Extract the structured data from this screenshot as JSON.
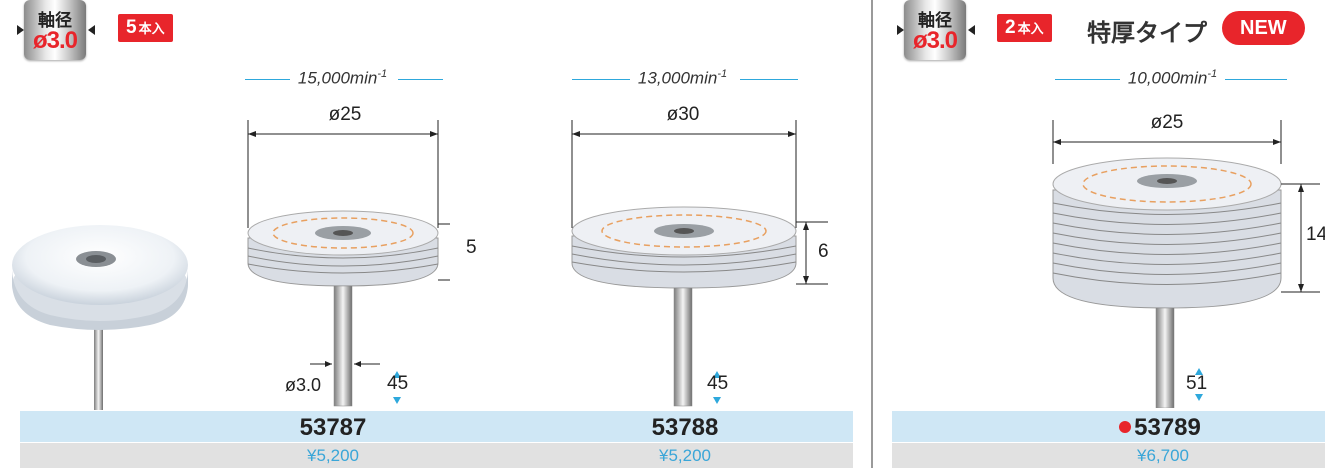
{
  "left_panel": {
    "shaft_tag": {
      "label": "軸径",
      "diameter": "ø3.0"
    },
    "count_badge": {
      "number": "5",
      "unit": "本入"
    },
    "products": [
      {
        "rpm": "15,000",
        "rpm_unit": "min",
        "rpm_exp": "-1",
        "diameter": "ø25",
        "thickness": "5",
        "shank_label": "ø3.0",
        "length": "45",
        "code": "53787",
        "price": "¥5,200"
      },
      {
        "rpm": "13,000",
        "rpm_unit": "min",
        "rpm_exp": "-1",
        "diameter": "ø30",
        "thickness": "6",
        "length": "45",
        "code": "53788",
        "price": "¥5,200"
      }
    ]
  },
  "right_panel": {
    "shaft_tag": {
      "label": "軸径",
      "diameter": "ø3.0"
    },
    "count_badge": {
      "number": "2",
      "unit": "本入"
    },
    "type_label": "特厚タイプ",
    "new_badge": "NEW",
    "product": {
      "rpm": "10,000",
      "rpm_unit": "min",
      "rpm_exp": "-1",
      "diameter": "ø25",
      "thickness": "14",
      "length": "51",
      "code": "53789",
      "price": "¥6,700"
    }
  },
  "colors": {
    "accent_red": "#e8252b",
    "price_blue": "#3aa6d8",
    "band_blue": "#cfe7f5",
    "band_gray": "#e1e1e1",
    "dim_line_blue": "#2ea8dc"
  }
}
